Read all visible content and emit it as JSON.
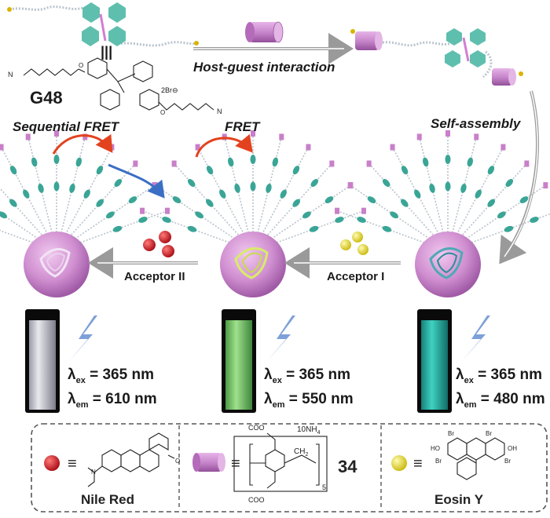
{
  "labels": {
    "host_guest": "Host-guest interaction",
    "self_assembly": "Self-assembly",
    "sequential_fret": "Sequential FRET",
    "fret": "FRET",
    "g48": "G48",
    "acceptor_ii": "Acceptor II",
    "acceptor_i": "Acceptor I",
    "equiv": "|||",
    "counter_ion": "2Br⊖"
  },
  "wavelengths": {
    "left": {
      "lambda": "λ",
      "ex_sub": "ex",
      "em_sub": "em",
      "ex": " = 365 nm",
      "em": " = 610 nm"
    },
    "middle": {
      "lambda": "λ",
      "ex_sub": "ex",
      "em_sub": "em",
      "ex": " = 365 nm",
      "em": " = 550 nm"
    },
    "right": {
      "lambda": "λ",
      "ex_sub": "ex",
      "em_sub": "em",
      "ex": " = 365 nm",
      "em": " = 480 nm"
    }
  },
  "legend": {
    "nile_red": "Nile Red",
    "compound": "34",
    "eosin": "Eosin Y",
    "ammonium": "10NH",
    "ammonium_sub": "4",
    "coo": "COO",
    "ch2": "CH",
    "ch2_sub": "2",
    "n_sub": "5",
    "equiv_sign": "≡",
    "br": "Br",
    "ho": "HO",
    "oh": "OH",
    "o": "O",
    "n": "N"
  },
  "colors": {
    "pink": "#c97fc9",
    "teal": "#3aa596",
    "red": "#c8161d",
    "yellow": "#e7df3a",
    "arrow_red": "#e3421f",
    "arrow_blue": "#3a6fc4",
    "arrow_gray": "#8c8c8c",
    "bolt": "#7ea0d8"
  }
}
